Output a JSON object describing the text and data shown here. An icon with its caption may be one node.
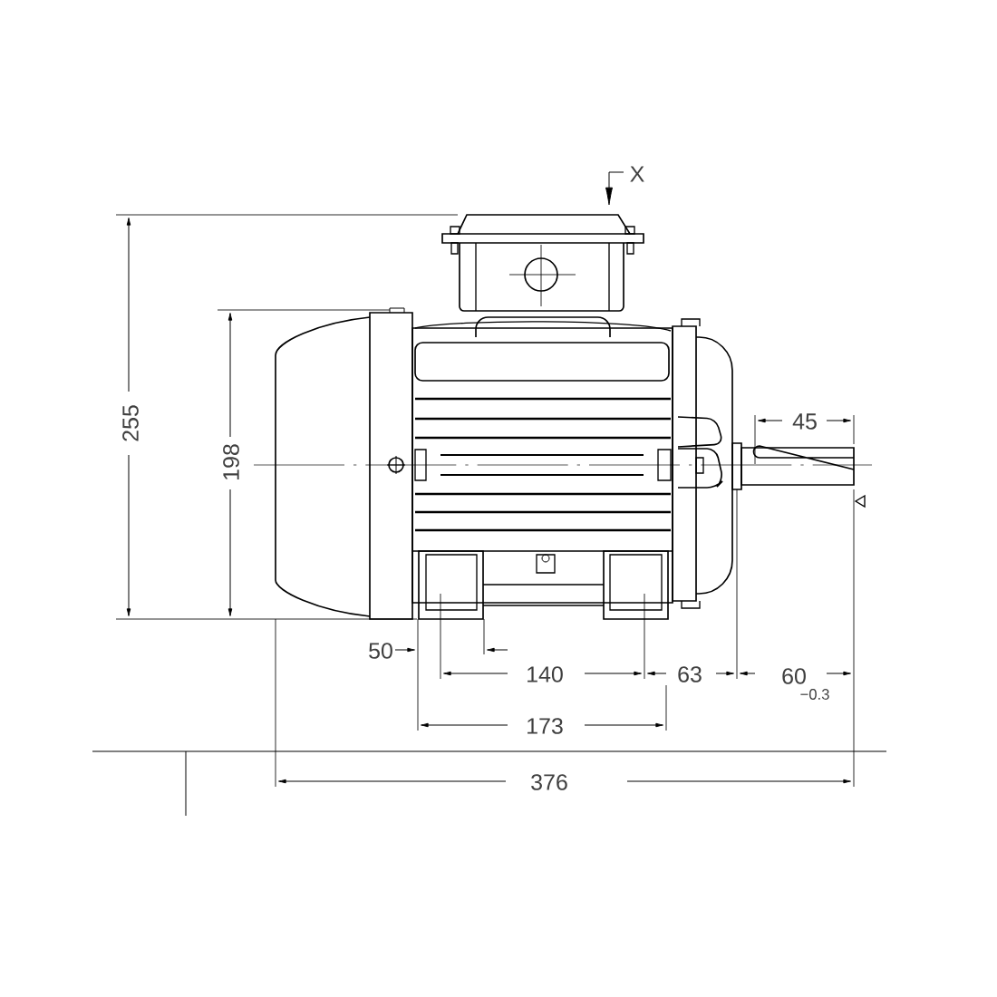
{
  "diagram": {
    "labels": [
      "X",
      "255",
      "198",
      "45",
      "50",
      "140",
      "63",
      "60",
      "−0.3",
      "173",
      "376"
    ]
  }
}
